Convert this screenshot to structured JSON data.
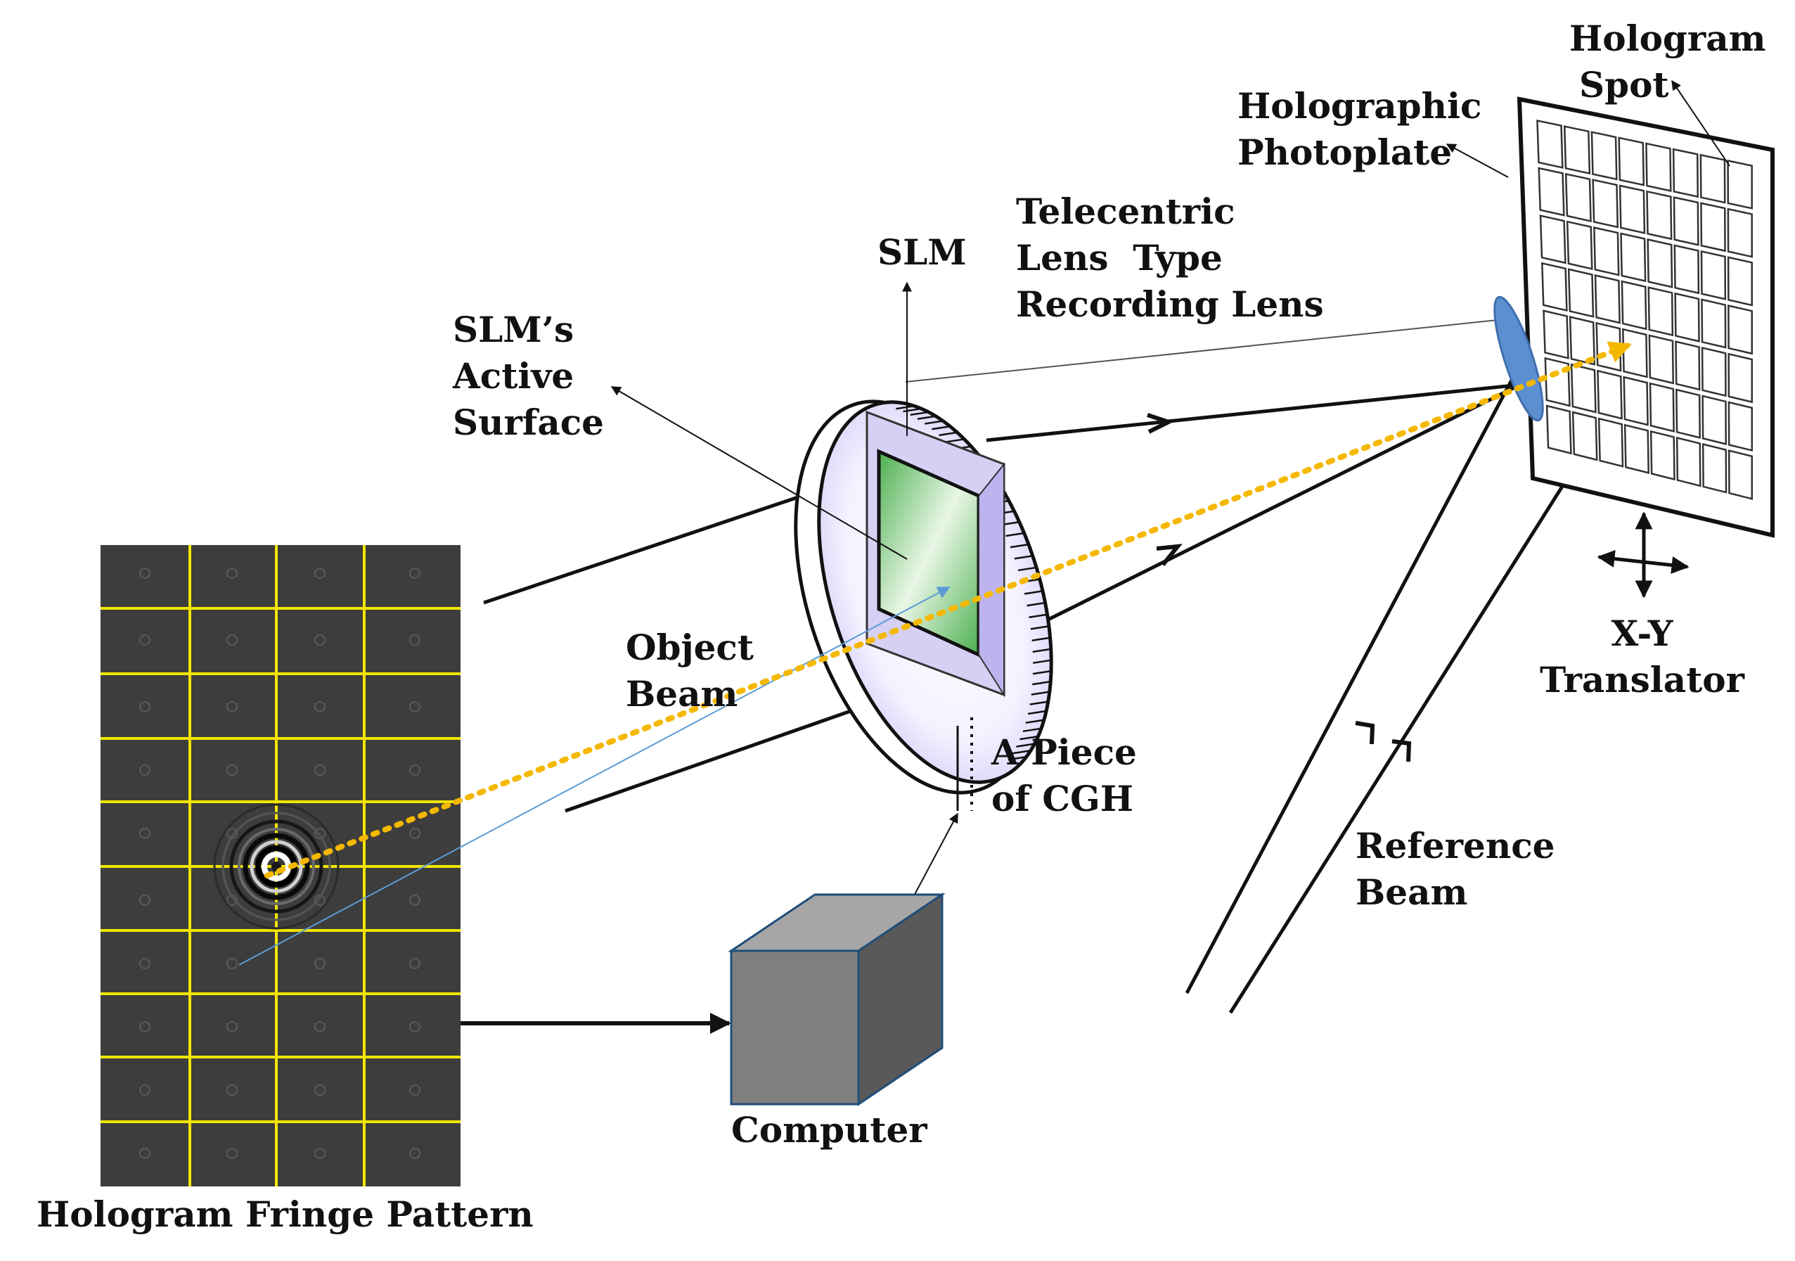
{
  "labels": {
    "hologram_spot": [
      "Hologram",
      "Spot"
    ],
    "holographic_photoplate": [
      "Holographic",
      "Photoplate"
    ],
    "recording_lens": [
      "Telecentric",
      "Lens  Type",
      "Recording Lens"
    ],
    "slm": "SLM",
    "slm_active_surface": [
      "SLM’s",
      "Active",
      "Surface"
    ],
    "object_beam": [
      "Object",
      "Beam"
    ],
    "cgh_piece": [
      "A Piece",
      "of CGH"
    ],
    "xy_translator": [
      "X-Y",
      "Translator"
    ],
    "reference_beam": [
      "Reference",
      "Beam"
    ],
    "computer": "Computer",
    "fringe_pattern": "Hologram Fringe Pattern"
  },
  "colors": {
    "fringe_background": "#3b3b3b",
    "fringe_grid": "#f2e600",
    "object_ray": "#f5b800",
    "thin_ray": "#5b9bd5",
    "lens": "#5b9bd5",
    "slm_frame": "#d6d0f5",
    "slm_surface": "#6dc46d",
    "computer_front": "#7f7f7f",
    "computer_top": "#a6a6a6",
    "computer_side": "#595959",
    "lines": "#000000"
  },
  "icons": [
    "slm-disk-icon",
    "computer-cube-icon",
    "recording-lens-icon",
    "xy-translator-arrows-icon",
    "photoplate-grid-icon"
  ]
}
